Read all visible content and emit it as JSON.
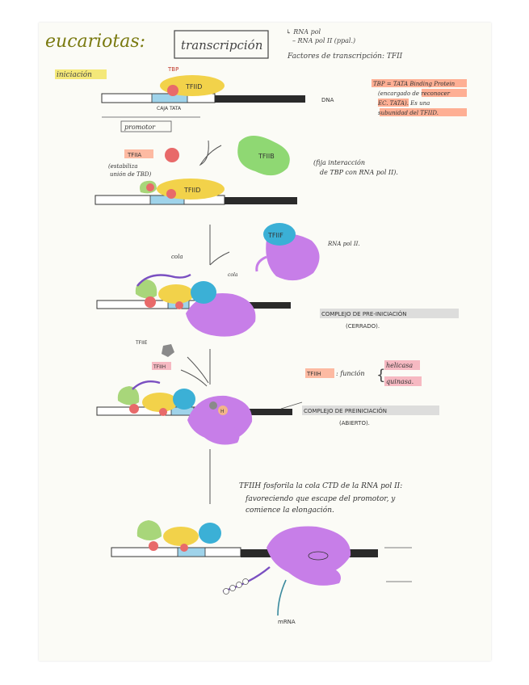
{
  "header": {
    "title": "eucariotas:",
    "boxed_title": "transcripción",
    "note_line1": "↳ RNA pol",
    "note_line2": "– RNA pol II (ppal.)",
    "note_line3": "Factores de transcripción: TFII"
  },
  "step1": {
    "label": "iniciación",
    "tbp": "TBP",
    "tfiid": "TFIID",
    "tata": "CAJA TATA",
    "dna": "DNA",
    "promoter": "promotor",
    "note_line1": "TBP = TATA Binding Protein",
    "note_line2": "(encargado de reconocer",
    "note_line3": "EC. TATA). Es una",
    "note_line4": "subunidad del TFIID."
  },
  "step2": {
    "tfiia": "TFIIA",
    "tfiia_note1": "(estabiliza",
    "tfiia_note2": "unión de TBD)",
    "tfiib": "TFIIB",
    "tfiib_note1": "(fija interacción",
    "tfiib_note2": "de TBP con RNA pol II).",
    "tfiid": "TFIID"
  },
  "step3": {
    "tfiif": "TFIIF",
    "rnapol": "RNA pol II.",
    "cola": "cola",
    "cola2": "cola",
    "complex_line1": "COMPLEJO DE PRE-INICIACIÓN",
    "complex_line2": "(CERRADO)."
  },
  "step4": {
    "tfiie": "TFIIE",
    "tfiih": "TFIIH",
    "h_label": "H",
    "function_label": "TFIIH",
    "function_text": ": función",
    "helicasa": "helicasa",
    "quinasa": "quinasa.",
    "complex_line1": "COMPLEJO DE PREINICIACIÓN",
    "complex_line2": "(ABIERTO)."
  },
  "step5": {
    "text_line1": "TFIIH fosforila la cola CTD de la RNA pol II:",
    "text_line2": "favoreciendo que escape del promotor, y",
    "text_line3": "comience la elongación.",
    "mrna": "mRNA"
  },
  "colors": {
    "tfiid": "#f2d24a",
    "tbp": "#e86a6a",
    "tfiia": "#a8d67a",
    "tfiib": "#8fd873",
    "tfiif": "#3bb0d6",
    "rnapol": "#c77ee8",
    "tata": "#9fd3ea",
    "dna_dark": "#2a2a2a",
    "highlight_orange": "#ff8f6b",
    "highlight_pink": "#f5a9b5",
    "highlight_gray": "#d6d6d6"
  }
}
